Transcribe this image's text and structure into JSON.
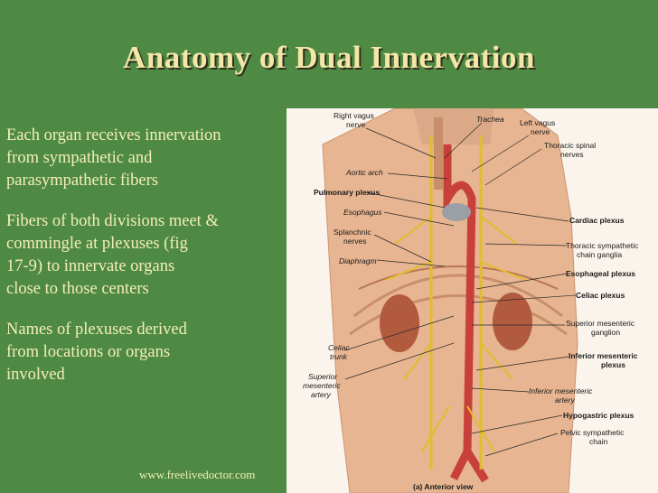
{
  "slide": {
    "title": "Anatomy of Dual Innervation",
    "bullets": [
      {
        "lines": [
          "Each organ receives innervation",
          "from  sympathetic and",
          "parasympathetic fibers"
        ]
      },
      {
        "lines": [
          "Fibers of both divisions meet &",
          "commingle at plexuses  (fig",
          "17-9) to innervate organs",
          "close to those centers"
        ]
      },
      {
        "lines": [
          "Names of plexuses derived",
          "from locations or organs",
          "involved"
        ]
      }
    ],
    "footer": "www.freelivedoctor.com"
  },
  "figure": {
    "labels": {
      "right_vagus_1": "Right vagus",
      "right_vagus_2": "nerve",
      "trachea": "Trachea",
      "left_vagus_1": "Left vagus",
      "left_vagus_2": "nerve",
      "thoracic_spinal_1": "Thoracic spinal",
      "thoracic_spinal_2": "nerves",
      "aortic_arch": "Aortic arch",
      "pulmonary_plexus": "Pulmonary plexus",
      "esophagus": "Esophagus",
      "cardiac_plexus": "Cardiac plexus",
      "splanchnic_1": "Splanchnic",
      "splanchnic_2": "nerves",
      "thoracic_symp_1": "Thoracic sympathetic",
      "thoracic_symp_2": "chain ganglia",
      "diaphragm": "Diaphragm",
      "esophageal_plexus": "Esophageal plexus",
      "celiac_plexus": "Celiac plexus",
      "sup_mes_ganglion_1": "Superior mesenteric",
      "sup_mes_ganglion_2": "ganglion",
      "celiac_trunk_1": "Celiac",
      "celiac_trunk_2": "trunk",
      "inf_mes_plexus_1": "Inferior mesenteric",
      "inf_mes_plexus_2": "plexus",
      "sup_mes_artery_1": "Superior",
      "sup_mes_artery_2": "mesenteric",
      "sup_mes_artery_3": "artery",
      "inf_mes_artery_1": "Inferior mesenteric",
      "inf_mes_artery_2": "artery",
      "hypogastric_plexus": "Hypogastric plexus",
      "pelvic_symp_1": "Pelvic sympathetic",
      "pelvic_symp_2": "chain",
      "view": "(a) Anterior view"
    },
    "colors": {
      "skin": "#e7b591",
      "artery": "#c7413a",
      "nerve": "#e2bd2a",
      "kidney": "#b15a3e"
    }
  }
}
